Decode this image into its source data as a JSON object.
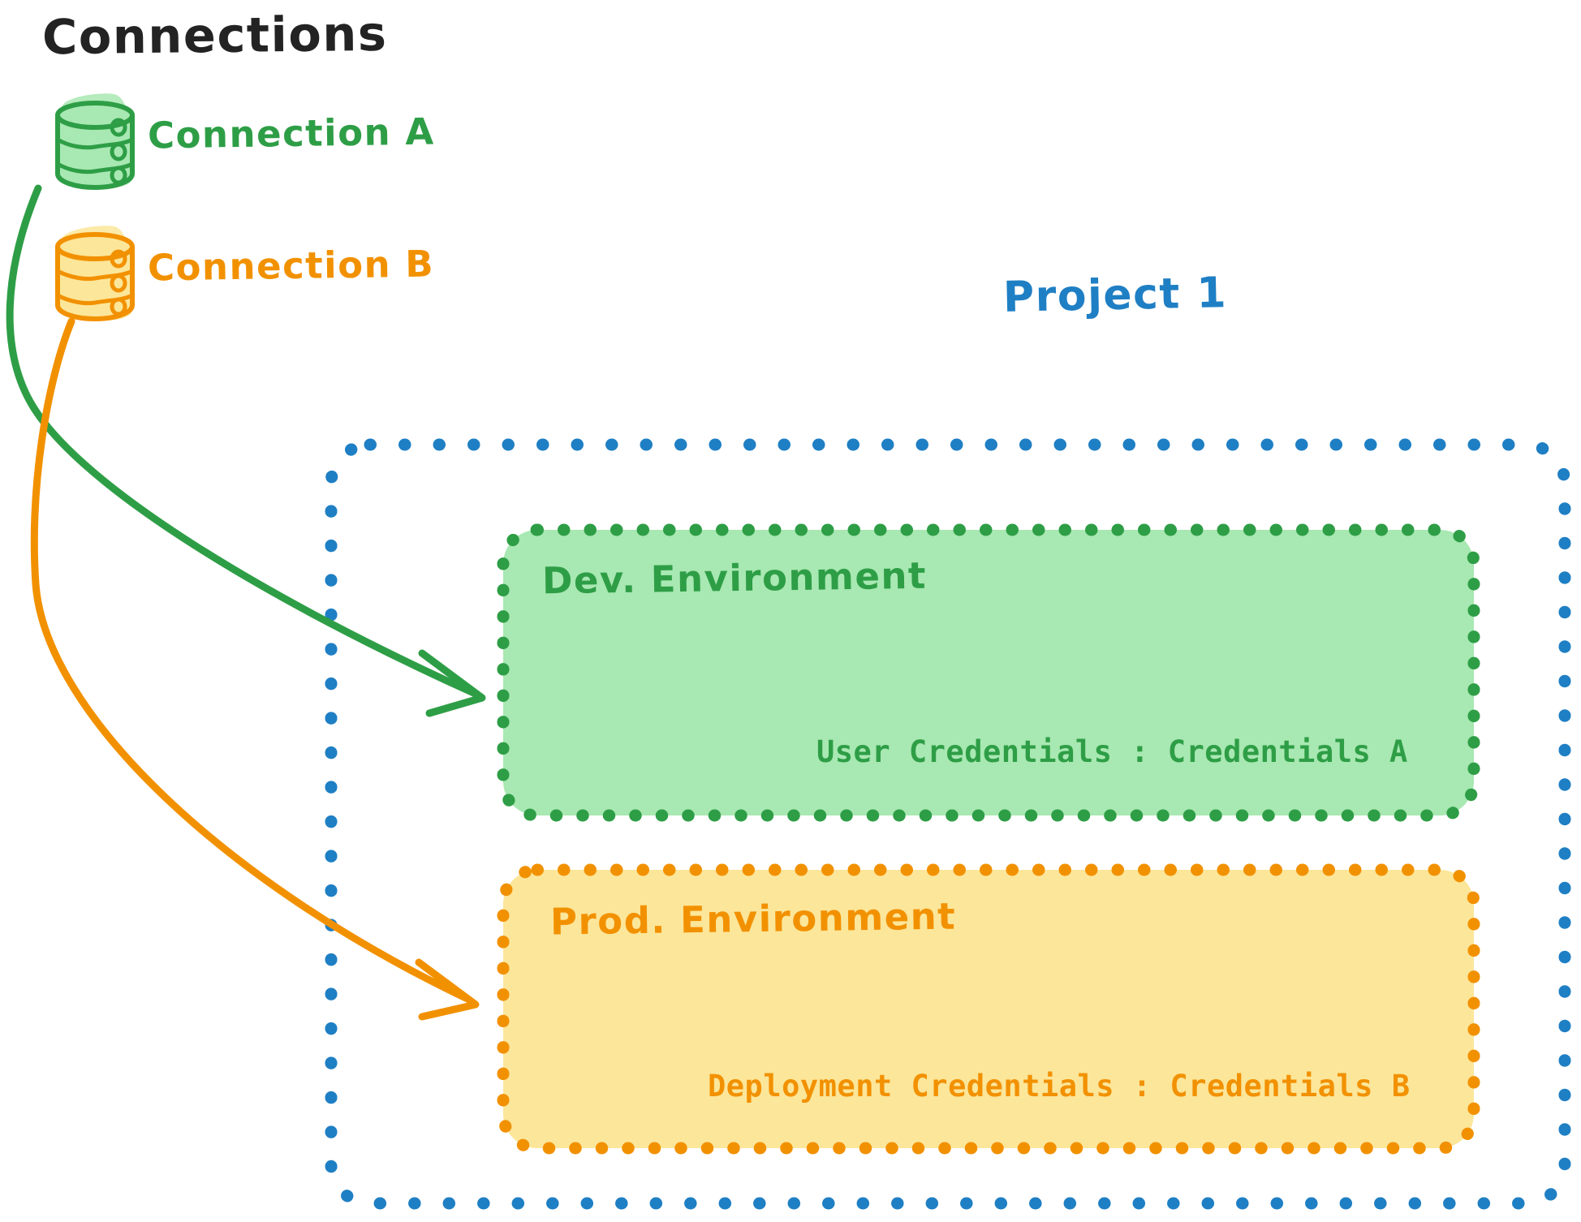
{
  "diagram": {
    "title": "Connections",
    "type": "architecture-diagram",
    "background_color": "#ffffff",
    "title_color": "#232323"
  },
  "connections": {
    "heading": "Connections",
    "items": [
      {
        "id": "connection-a",
        "label": "Connection A",
        "icon": "database-cylinder-icon",
        "color": "#2E9E46",
        "fill_color": "#A8E8B2",
        "targets": "dev-environment"
      },
      {
        "id": "connection-b",
        "label": "Connection B",
        "icon": "database-cylinder-icon",
        "color": "#F29100",
        "fill_color": "#FCE69A",
        "targets": "prod-environment"
      }
    ]
  },
  "project": {
    "label": "Project 1",
    "color": "#1F7FC4",
    "border_style": "dotted",
    "environments": [
      {
        "id": "dev-environment",
        "label": "Dev. Environment",
        "credentials_key": "User Credentials",
        "credentials_value": "Credentials A",
        "credentials_line": "User Credentials : Credentials A",
        "color": "#2E9E46",
        "fill_color": "#A8E8B2",
        "border_style": "dotted"
      },
      {
        "id": "prod-environment",
        "label": "Prod. Environment",
        "credentials_key": "Deployment Credentials",
        "credentials_value": "Credentials B",
        "credentials_line": "Deployment Credentials : Credentials B",
        "color": "#F29100",
        "fill_color": "#FCE69A",
        "border_style": "dotted"
      }
    ]
  },
  "arrows": [
    {
      "id": "arrow-connection-a-to-dev",
      "from": "connection-a",
      "to": "dev-environment",
      "color": "#2E9E46"
    },
    {
      "id": "arrow-connection-b-to-prod",
      "from": "connection-b",
      "to": "prod-environment",
      "color": "#F29100"
    }
  ]
}
